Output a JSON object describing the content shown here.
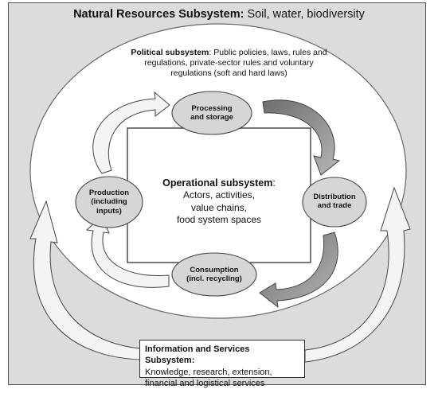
{
  "natural_resources": {
    "title_bold": "Natural Resources Subsystem:",
    "title_rest": " Soil, water, biodiversity"
  },
  "political": {
    "title_bold": "Political subsystem",
    "description": ": Public policies, laws, rules and regulations, private-sector rules and voluntary regulations (soft and hard laws)"
  },
  "operational": {
    "title": "Operational subsystem",
    "title_suffix": ":",
    "line1": "Actors, activities,",
    "line2": "value chains,",
    "line3": "food system spaces"
  },
  "nodes": {
    "processing": {
      "line1": "Processing",
      "line2": "and storage"
    },
    "distribution": {
      "line1": "Distribution",
      "line2": "and trade"
    },
    "consumption": {
      "line1": "Consumption",
      "line2": "(incl. recycling)"
    },
    "production": {
      "line1": "Production",
      "line2": "(including",
      "line3": "inputs)"
    }
  },
  "information": {
    "title": "Information and Services Subsystem:",
    "line1": "Knowledge, research, extension,",
    "line2": "financial and logistical services"
  },
  "colors": {
    "background": "#dcdcdc",
    "ellipse_fill": "#ffffff",
    "node_fill": "#d6d6d6",
    "arrow_dark": "#8a8a8a",
    "arrow_light": "#f4f4f4",
    "outline": "#444444"
  }
}
